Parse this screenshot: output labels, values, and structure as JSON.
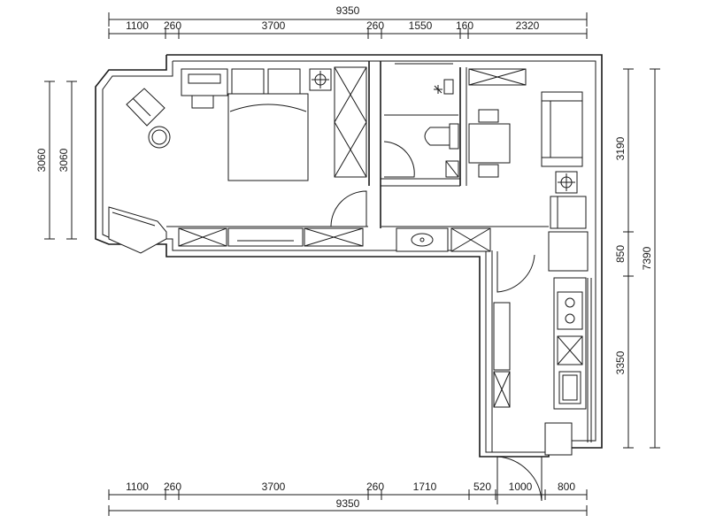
{
  "dimensions": {
    "top_total": "9350",
    "top_segments": [
      "1100",
      "260",
      "3700",
      "260",
      "1550",
      "160",
      "2320"
    ],
    "bottom_total": "9350",
    "bottom_segments": [
      "1100",
      "260",
      "3700",
      "260",
      "1710",
      "520",
      "1000",
      "800"
    ],
    "left_outer": "3060",
    "left_inner": "3060",
    "right_segments": [
      "3190",
      "850",
      "3350"
    ],
    "right_total": "7390"
  },
  "colors": {
    "line": "#1a1a1a",
    "background": "#ffffff"
  }
}
